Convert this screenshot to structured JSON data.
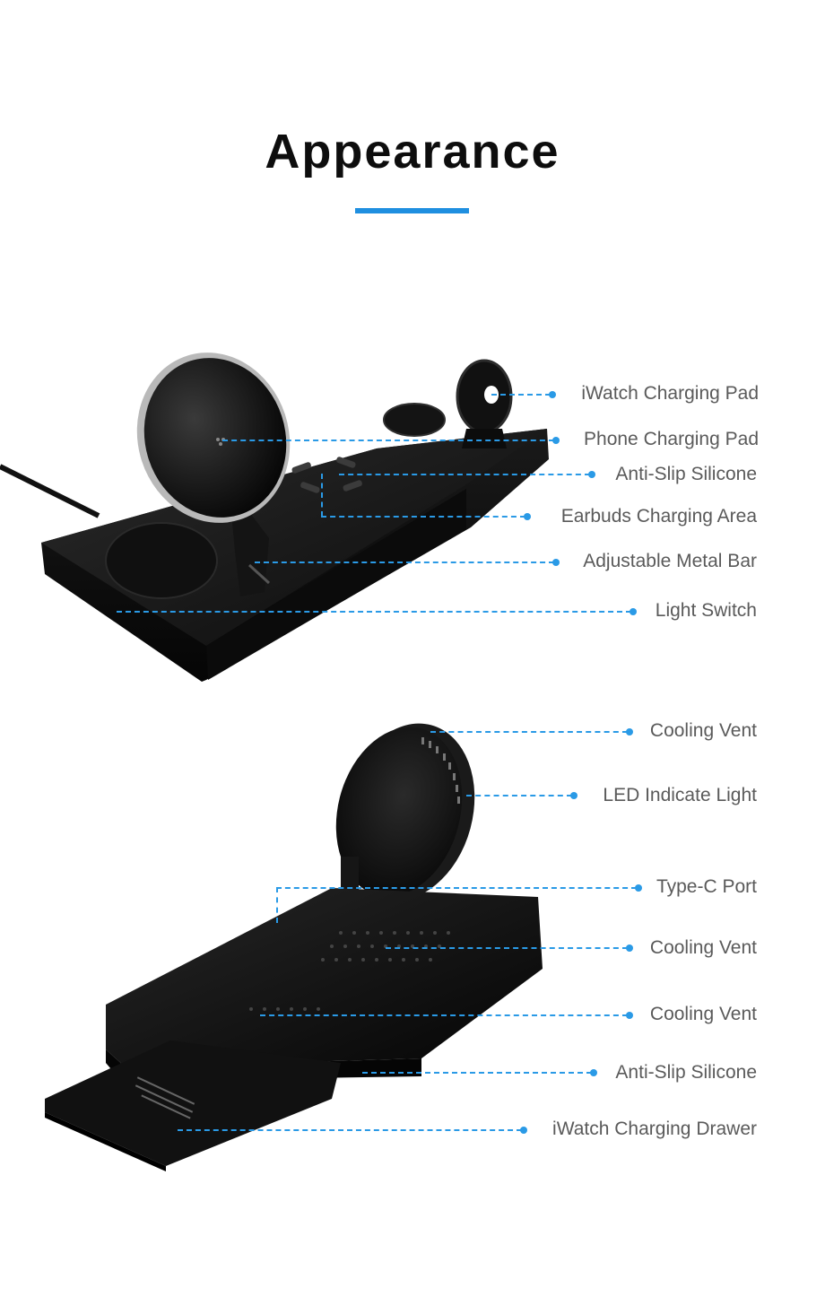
{
  "title": "Appearance",
  "colors": {
    "accent": "#1f8fe0",
    "callout": "#2a9ae6",
    "label": "#5a5a5a"
  },
  "top_callouts": [
    {
      "label": "iWatch Charging Pad"
    },
    {
      "label": "Phone Charging Pad"
    },
    {
      "label": "Anti-Slip Silicone"
    },
    {
      "label": "Earbuds Charging Area"
    },
    {
      "label": "Adjustable Metal Bar"
    },
    {
      "label": "Light Switch"
    }
  ],
  "bottom_callouts": [
    {
      "label": "Cooling Vent"
    },
    {
      "label": "LED Indicate Light"
    },
    {
      "label": "Type-C Port"
    },
    {
      "label": "Cooling Vent"
    },
    {
      "label": "Cooling Vent"
    },
    {
      "label": "Anti-Slip Silicone"
    },
    {
      "label": "iWatch Charging Drawer"
    }
  ]
}
